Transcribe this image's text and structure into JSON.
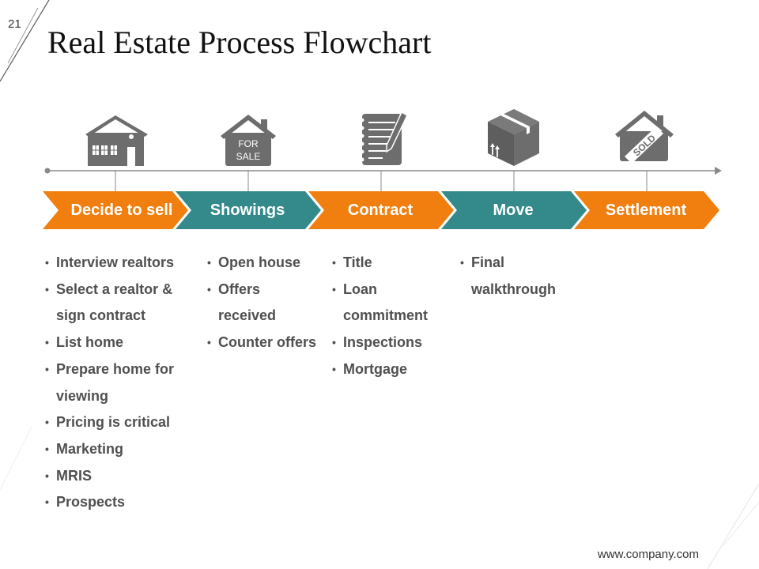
{
  "slide_number": "21",
  "title": "Real Estate Process Flowchart",
  "footer": "www.company.com",
  "colors": {
    "orange": "#f07f0f",
    "teal": "#348a8a",
    "icon_gray": "#6d6d6d",
    "timeline": "#8a8a8a"
  },
  "icons": [
    {
      "name": "house-icon"
    },
    {
      "name": "for-sale-house-icon",
      "text_line1": "FOR",
      "text_line2": "SALE"
    },
    {
      "name": "notepad-pen-icon"
    },
    {
      "name": "box-icon"
    },
    {
      "name": "sold-house-icon",
      "text": "SOLD"
    }
  ],
  "steps": [
    {
      "label": "Decide to sell",
      "color": "orange",
      "items": [
        "Interview realtors",
        "Select a realtor & sign contract",
        "List home",
        "Prepare home for viewing",
        "Pricing is critical",
        "Marketing",
        "MRIS",
        "Prospects"
      ]
    },
    {
      "label": "Showings",
      "color": "teal",
      "items": [
        "Open house",
        "Offers received",
        "Counter offers"
      ]
    },
    {
      "label": "Contract",
      "color": "orange",
      "items": [
        "Title",
        "Loan commitment",
        "Inspections",
        "Mortgage"
      ]
    },
    {
      "label": "Move",
      "color": "teal",
      "items": [
        "Final walkthrough"
      ]
    },
    {
      "label": "Settlement",
      "color": "orange",
      "items": []
    }
  ]
}
